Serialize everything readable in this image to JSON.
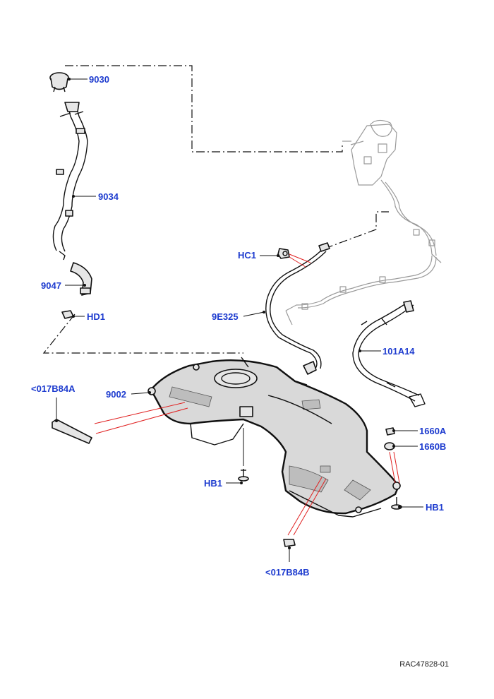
{
  "diagram": {
    "reference_code": "RAC47828-01",
    "callouts": {
      "fuel_cap": "9030",
      "filler_pipe": "9034",
      "filler_hose": "9047",
      "filler_clip": "HD1",
      "tank": "9002",
      "pad_a": "<017B84A",
      "pad_b": "<017B84B",
      "tank_bolt_left": "HB1",
      "tank_bolt_right": "HB1",
      "nut_a": "1660A",
      "nut_b": "1660B",
      "strap": "101A14",
      "vent_line": "9E325",
      "vent_clip": "HC1"
    },
    "colors": {
      "callout_text": "#1e3ccf",
      "guide_lines": "#e02020",
      "outline": "#111111"
    }
  }
}
